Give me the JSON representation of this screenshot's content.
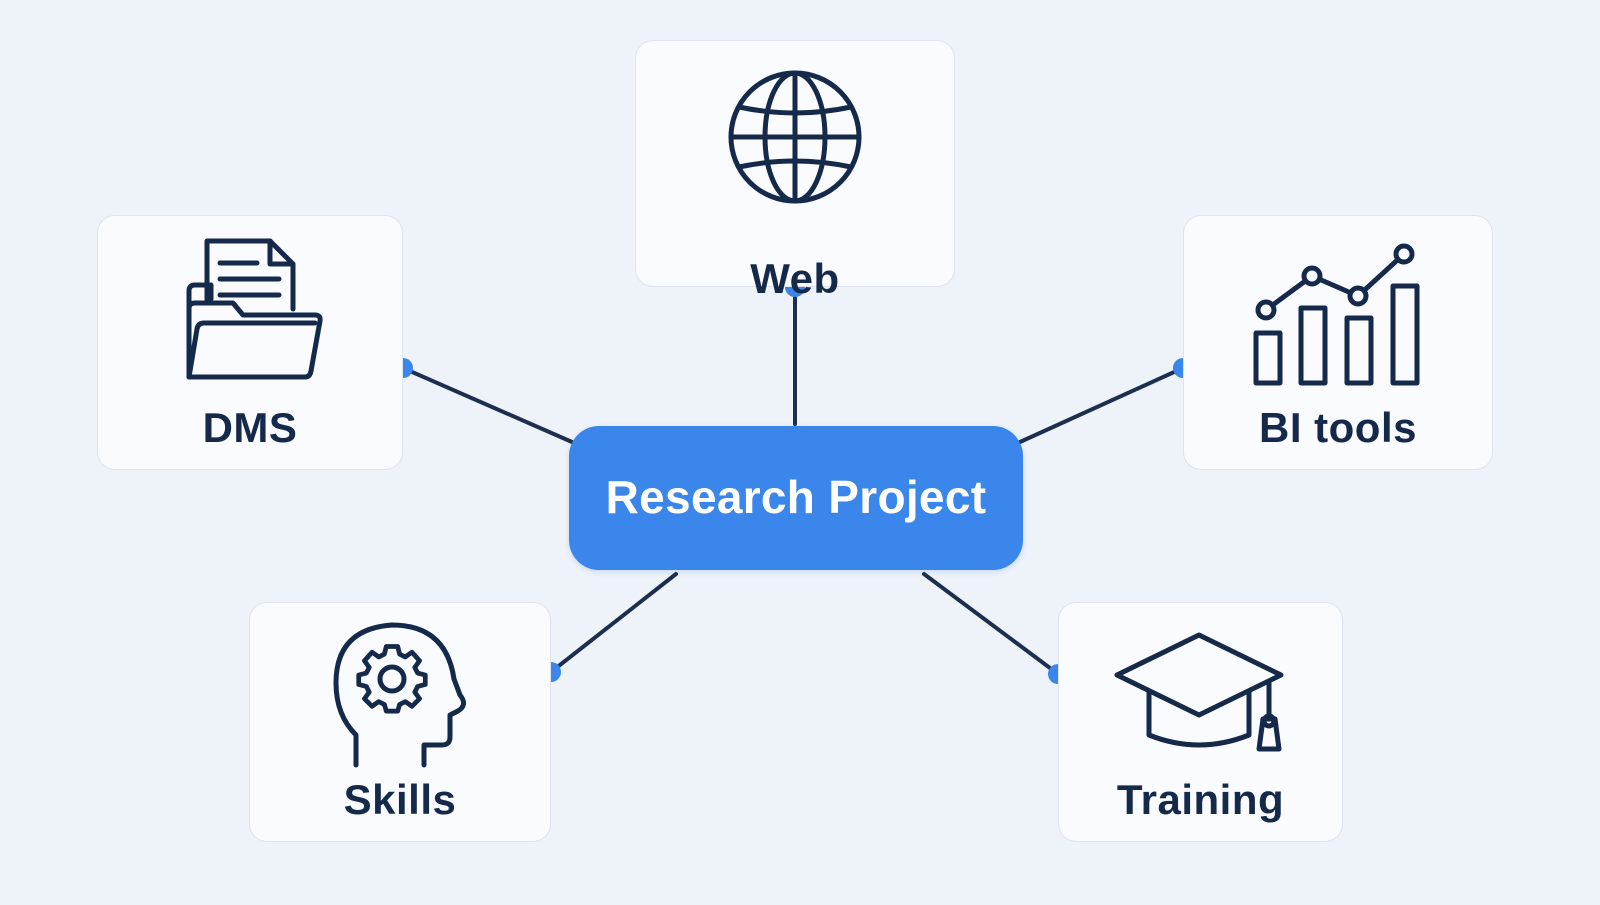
{
  "center": {
    "label": "Research Project"
  },
  "nodes": {
    "web": {
      "label": "Web",
      "icon": "globe-icon"
    },
    "dms": {
      "label": "DMS",
      "icon": "folder-document-icon"
    },
    "bi_tools": {
      "label": "BI tools",
      "icon": "bar-line-chart-icon"
    },
    "skills": {
      "label": "Skills",
      "icon": "head-gear-icon"
    },
    "training": {
      "label": "Training",
      "icon": "graduation-cap-icon"
    }
  },
  "colors": {
    "background": "#eef3fa",
    "accent": "#3a86ea",
    "connector": "#1c2f4f",
    "text": "#152a4a",
    "card": "#f9fbfe"
  }
}
